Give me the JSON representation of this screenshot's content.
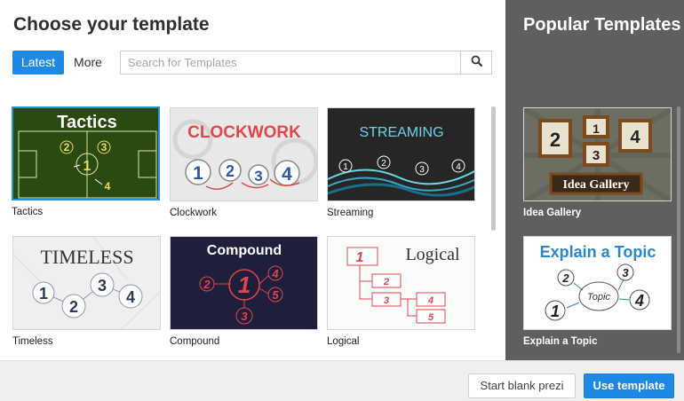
{
  "dialog": {
    "title": "Choose your template",
    "tabs": [
      {
        "label": "Latest",
        "active": true
      },
      {
        "label": "More",
        "active": false
      }
    ],
    "search": {
      "placeholder": "Search for Templates",
      "value": "",
      "icon": "search-icon"
    }
  },
  "templates": [
    {
      "name": "Tactics",
      "thumb_text": "Tactics",
      "numbers": [
        "1",
        "2",
        "3",
        "4"
      ],
      "selected": true
    },
    {
      "name": "Clockwork",
      "thumb_text": "CLOCKWORK",
      "numbers": [
        "1",
        "2",
        "3",
        "4"
      ],
      "selected": false
    },
    {
      "name": "Streaming",
      "thumb_text": "STREAMING",
      "numbers": [
        "1",
        "2",
        "3",
        "4"
      ],
      "selected": false
    },
    {
      "name": "Timeless",
      "thumb_text": "TIMELESS",
      "numbers": [
        "1",
        "2",
        "3",
        "4"
      ],
      "selected": false
    },
    {
      "name": "Compound",
      "thumb_text": "Compound",
      "numbers": [
        "1",
        "2",
        "3",
        "4",
        "5"
      ],
      "selected": false
    },
    {
      "name": "Logical",
      "thumb_text": "Logical",
      "numbers": [
        "1",
        "2",
        "3",
        "4",
        "5"
      ],
      "selected": false
    }
  ],
  "sidebar": {
    "title": "Popular Templates",
    "items": [
      {
        "name": "Idea Gallery",
        "thumb_text": "Idea Gallery",
        "numbers": [
          "1",
          "2",
          "3",
          "4"
        ]
      },
      {
        "name": "Explain a Topic",
        "thumb_text": "Explain a Topic",
        "center": "Topic",
        "numbers": [
          "1",
          "2",
          "3",
          "4"
        ]
      }
    ]
  },
  "footer": {
    "blank_label": "Start blank prezi",
    "use_label": "Use template"
  },
  "colors": {
    "accent": "#1e88e5",
    "sidebar_bg": "#5f5f5f",
    "footer_bg": "#efefef"
  }
}
